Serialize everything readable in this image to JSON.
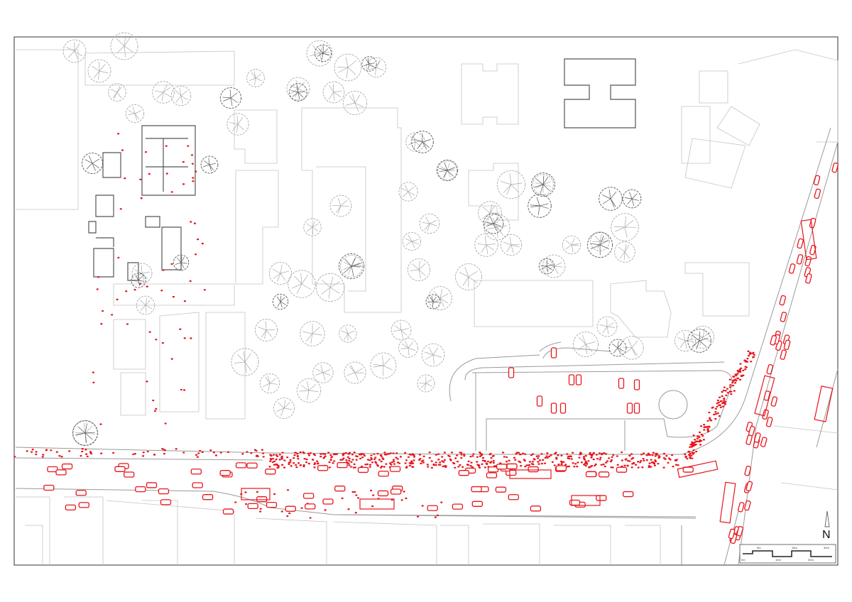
{
  "map": {
    "north_label": "N",
    "scale_labels": [
      "0m",
      "5m",
      "10m",
      "15m",
      "20m",
      "30m"
    ],
    "colors": {
      "background": "#ffffff",
      "traffic": "#e8141b",
      "building": "#bdbdbd",
      "building_dark": "#555555",
      "road": "#9a9a9a",
      "tree": "#a9a9a9",
      "tree_dark": "#555555",
      "frame": "#333333"
    }
  }
}
